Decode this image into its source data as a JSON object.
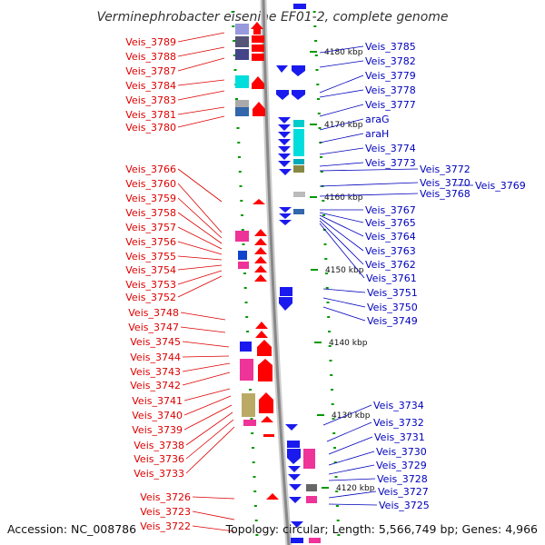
{
  "title": "Verminephrobacter eiseniae EF01-2, complete genome",
  "footer": {
    "accession": "Accession: NC_008786",
    "topology": "Topology: circular; Length: 5,566,749 bp; Genes: 4,966"
  },
  "colors": {
    "left_label": "#dd0000",
    "right_label": "#0000bb",
    "forward_gene": "#ff0000",
    "reverse_gene": "#1a1aee",
    "tick": "#009900",
    "axis": "#888888"
  },
  "kbp_ticks": [
    {
      "label": "4180 kbp",
      "pos": 4180
    },
    {
      "label": "4170 kbp",
      "pos": 4170
    },
    {
      "label": "4160 kbp",
      "pos": 4160
    },
    {
      "label": "4150 kbp",
      "pos": 4150
    },
    {
      "label": "4140 kbp",
      "pos": 4140
    },
    {
      "label": "4130 kbp",
      "pos": 4130
    },
    {
      "label": "4120 kbp",
      "pos": 4120
    }
  ],
  "left_labels": [
    "Veis_3789",
    "Veis_3788",
    "Veis_3787",
    "Veis_3784",
    "Veis_3783",
    "Veis_3781",
    "Veis_3780",
    "Veis_3766",
    "Veis_3760",
    "Veis_3759",
    "Veis_3758",
    "Veis_3757",
    "Veis_3756",
    "Veis_3755",
    "Veis_3754",
    "Veis_3753",
    "Veis_3752",
    "Veis_3748",
    "Veis_3747",
    "Veis_3745",
    "Veis_3744",
    "Veis_3743",
    "Veis_3742",
    "Veis_3741",
    "Veis_3740",
    "Veis_3739",
    "Veis_3738",
    "Veis_3736",
    "Veis_3733",
    "Veis_3726",
    "Veis_3723",
    "Veis_3722"
  ],
  "right_labels": [
    "Veis_3785",
    "Veis_3782",
    "Veis_3779",
    "Veis_3778",
    "Veis_3777",
    "araG",
    "araH",
    "Veis_3774",
    "Veis_3773",
    "Veis_3772",
    "Veis_3770",
    "Veis_3769",
    "Veis_3768",
    "Veis_3767",
    "Veis_3765",
    "Veis_3764",
    "Veis_3763",
    "Veis_3762",
    "Veis_3761",
    "Veis_3751",
    "Veis_3750",
    "Veis_3749",
    "Veis_3734",
    "Veis_3732",
    "Veis_3731",
    "Veis_3730",
    "Veis_3729",
    "Veis_3728",
    "Veis_3727",
    "Veis_3725"
  ]
}
